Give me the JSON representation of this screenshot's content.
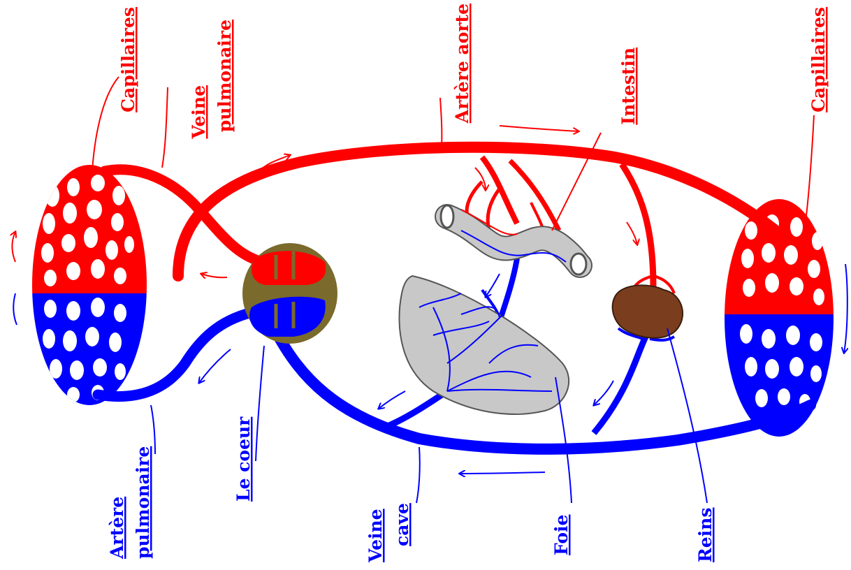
{
  "colors": {
    "arterial": "#ff0000",
    "venous": "#0000ff",
    "organ_gray": "#c8c8c8",
    "heart": "#7a6a2c",
    "kidney": "#7a3e1e"
  },
  "labels": {
    "capillaires_lung": "Capillaires",
    "veine_pulmonaire_1": "Veine",
    "veine_pulmonaire_2": "pulmonaire",
    "artere_aorte": "Artère aorte",
    "intestin": "Intestin",
    "capillaires_body": "Capillaires",
    "artere_pulmonaire_1": "Artère",
    "artere_pulmonaire_2": "pulmonaire",
    "le_coeur": "Le coeur",
    "veine_cave_1": "Veine",
    "veine_cave_2": "cave",
    "foie": "Foie",
    "reins": "Reins"
  }
}
